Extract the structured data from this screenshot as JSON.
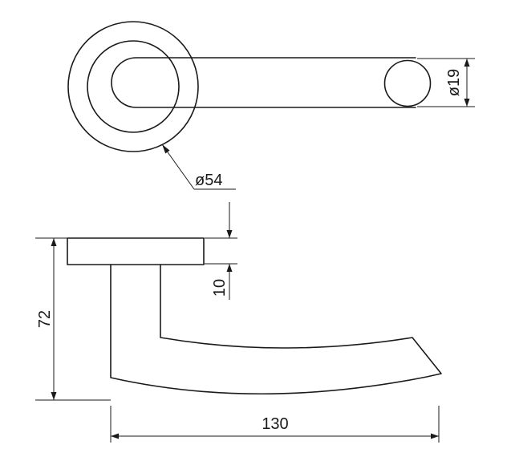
{
  "dimensions": {
    "rose_diameter": "ø54",
    "lever_diameter": "ø19",
    "rose_thickness": "10",
    "overall_height": "72",
    "projection": "130"
  }
}
